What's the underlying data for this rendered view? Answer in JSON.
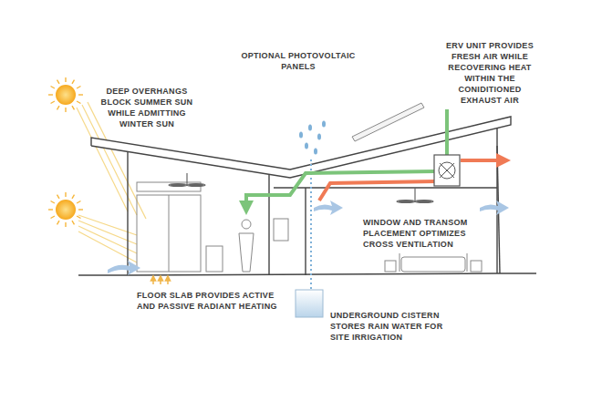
{
  "diagram": {
    "labels": [
      "OPTIONAL PHOTOVOLTAIC PANELS",
      "ERV UNIT PROVIDES FRESH AIR WHILE RECOVERING HEAT WITHIN THE CONIDITIONED EXHAUST AIR",
      "DEEP OVERHANGS BLOCK SUMMER SUN WHILE ADMITTING WINTER SUN",
      "WINDOW AND TRANSOM PLACEMENT OPTIMIZES CROSS VENTILATION",
      "FLOOR SLAB PROVIDES ACTIVE AND PASSIVE RADIANT HEATING",
      "UNDERGROUND CISTERN STORES RAIN WATER FOR SITE IRRIGATION"
    ]
  }
}
